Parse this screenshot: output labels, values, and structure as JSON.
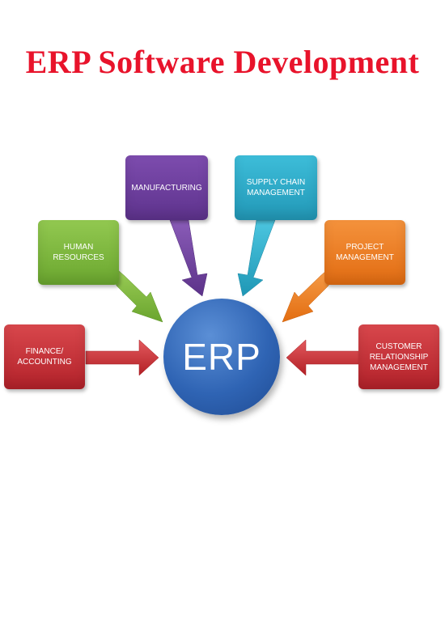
{
  "title": "ERP Software Development",
  "center": {
    "label": "ERP",
    "color": "#2e63b3"
  },
  "modules": [
    {
      "label": "FINANCE/\nACCOUNTING",
      "color": "#c8282e"
    },
    {
      "label": "HUMAN\nRESOURCES",
      "color": "#7cb63c"
    },
    {
      "label": "MANUFACTURING",
      "color": "#6e3f9c"
    },
    {
      "label": "SUPPLY CHAIN\nMANAGEMENT",
      "color": "#29aecc"
    },
    {
      "label": "PROJECT\nMANAGEMENT",
      "color": "#ef7a1a"
    },
    {
      "label": "CUSTOMER\nRELATIONSHIP\nMANAGEMENT",
      "color": "#c8282e"
    }
  ]
}
